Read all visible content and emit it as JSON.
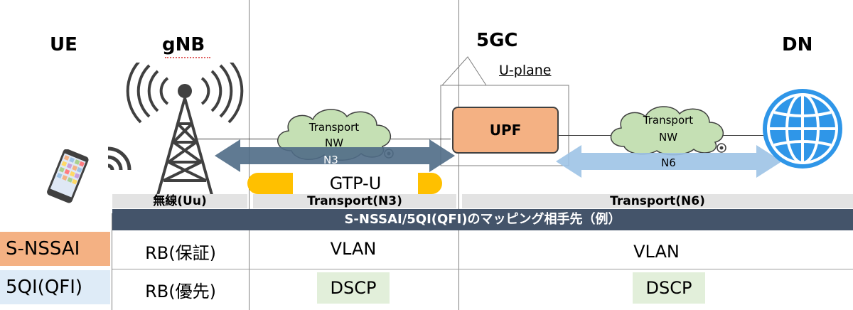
{
  "headers": {
    "ue": "UE",
    "gnb": "gNB",
    "core": "5GC",
    "dn": "DN"
  },
  "callout": {
    "u_plane": "U-plane"
  },
  "upf": {
    "label": "UPF"
  },
  "transport_n3": {
    "cloud_line1": "Transport",
    "cloud_line2": "NW",
    "arrow_label": "N3",
    "tunnel_label": "GTP-U"
  },
  "transport_n6": {
    "cloud_line1": "Transport",
    "cloud_line2": "NW",
    "arrow_label": "N6"
  },
  "segments": {
    "radio": "無線(Uu)",
    "n3": "Transport(N3)",
    "n6": "Transport(N6)"
  },
  "mapping_banner": "S-NSSAI/5QI(QFI)のマッピング相手先（例）",
  "rows": [
    {
      "key": "S-NSSAI",
      "radio": "RB(保証)",
      "n3": "VLAN",
      "n6": "VLAN",
      "key_color": "#f4b183"
    },
    {
      "key": "5QI(QFI)",
      "radio": "RB(優先)",
      "n3": "DSCP",
      "n6": "DSCP",
      "key_color": "#deebf7"
    }
  ],
  "colors": {
    "banner": "#44546a",
    "upf": "#f4b183",
    "cloud": "#c5e0b4",
    "tunnel": "#ffc000",
    "n3_arrow": "#4f6b86",
    "n6_arrow": "#9dc3e6",
    "globe": "#2f96e8"
  }
}
